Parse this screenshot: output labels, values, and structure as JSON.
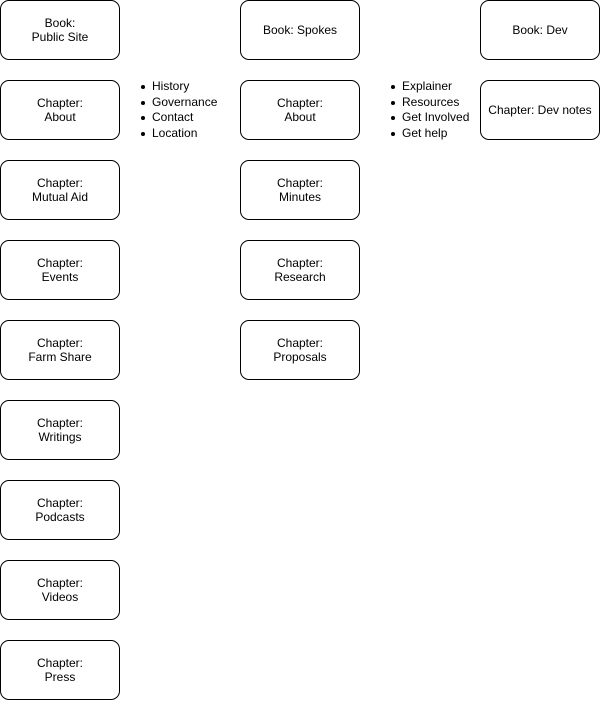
{
  "public_site": {
    "book": "Book:\nPublic Site",
    "chapters": [
      "Chapter:\nAbout",
      "Chapter:\nMutual Aid",
      "Chapter:\nEvents",
      "Chapter:\nFarm Share",
      "Chapter:\nWritings",
      "Chapter:\nPodcasts",
      "Chapter:\nVideos",
      "Chapter:\nPress"
    ],
    "about_topics": [
      "History",
      "Governance",
      "Contact",
      "Location"
    ]
  },
  "spokes": {
    "book": "Book: Spokes",
    "chapters": [
      "Chapter:\nAbout",
      "Chapter:\nMinutes",
      "Chapter:\nResearch",
      "Chapter:\nProposals"
    ],
    "about_topics": [
      "Explainer",
      "Resources",
      "Get Involved",
      "Get help"
    ]
  },
  "dev": {
    "book": "Book: Dev",
    "chapters": [
      "Chapter: Dev notes"
    ]
  }
}
